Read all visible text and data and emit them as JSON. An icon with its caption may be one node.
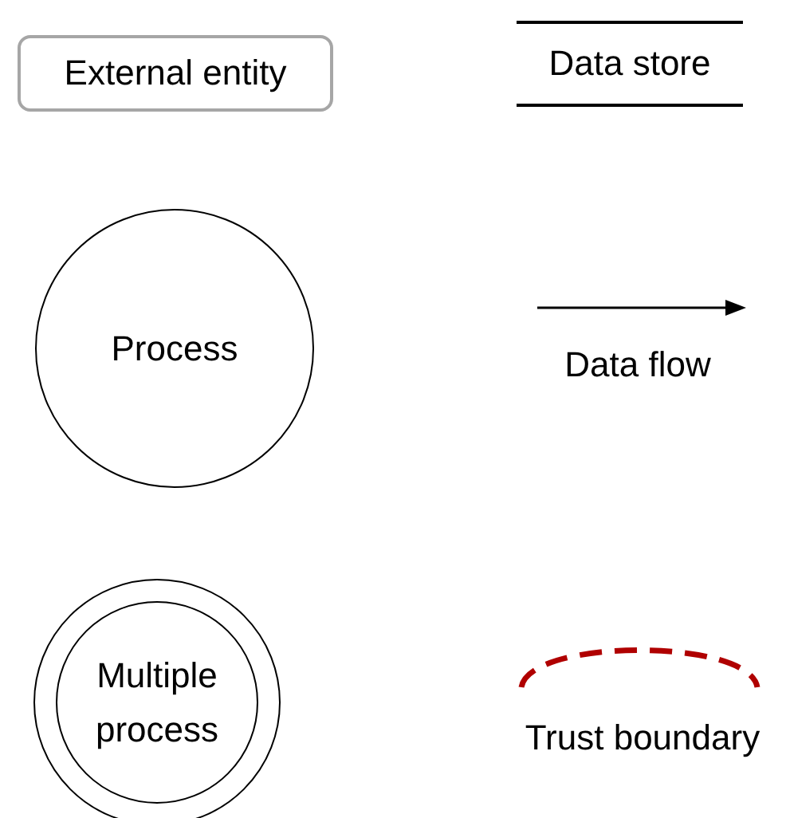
{
  "diagram": {
    "nodes": [
      {
        "text": [
          "External entity"
        ]
      },
      {
        "text": [
          "Data store"
        ]
      },
      {
        "text": [
          "Process"
        ]
      },
      {
        "text": [
          "Multiple process"
        ]
      }
    ],
    "legend": [
      {
        "text": "Data flow"
      },
      {
        "text": "Trust boundary"
      }
    ]
  }
}
